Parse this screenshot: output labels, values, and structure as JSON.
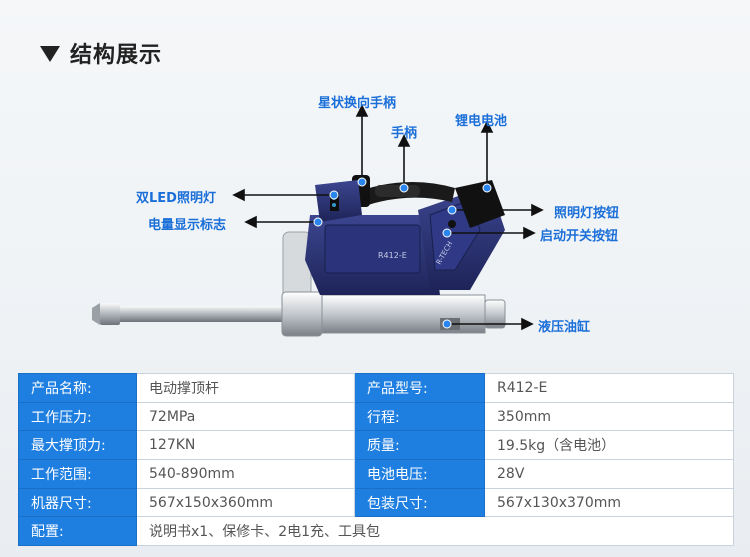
{
  "section": {
    "title": "结构展示"
  },
  "callouts": {
    "star_handle": "星状换向手柄",
    "handle": "手柄",
    "battery": "锂电电池",
    "dual_led": "双LED照明灯",
    "power_display": "电量显示标志",
    "light_button": "照明灯按钮",
    "start_switch": "启动开关按钮",
    "hydraulic_cylinder": "液压油缸"
  },
  "specs": {
    "rows": [
      {
        "l1": "产品名称:",
        "v1": "电动撑顶杆",
        "l2": "产品型号:",
        "v2": "R412-E"
      },
      {
        "l1": "工作压力:",
        "v1": "72MPa",
        "l2": "行程:",
        "v2": "350mm"
      },
      {
        "l1": "最大撑顶力:",
        "v1": "127KN",
        "l2": "质量:",
        "v2": "19.5kg（含电池）"
      },
      {
        "l1": "工作范围:",
        "v1": "540-890mm",
        "l2": "电池电压:",
        "v2": "28V"
      },
      {
        "l1": "机器尺寸:",
        "v1": "567x150x360mm",
        "l2": "包装尺寸:",
        "v2": "567x130x370mm"
      }
    ],
    "accessories_label": "配置:",
    "accessories_value": "说明书x1、保修卡、2电1充、工具包"
  },
  "colors": {
    "accent": "#1f7fe0",
    "callout": "#1b6fd8",
    "tool_body": "#2a3372"
  },
  "icons": [
    "triangle-down-icon"
  ]
}
